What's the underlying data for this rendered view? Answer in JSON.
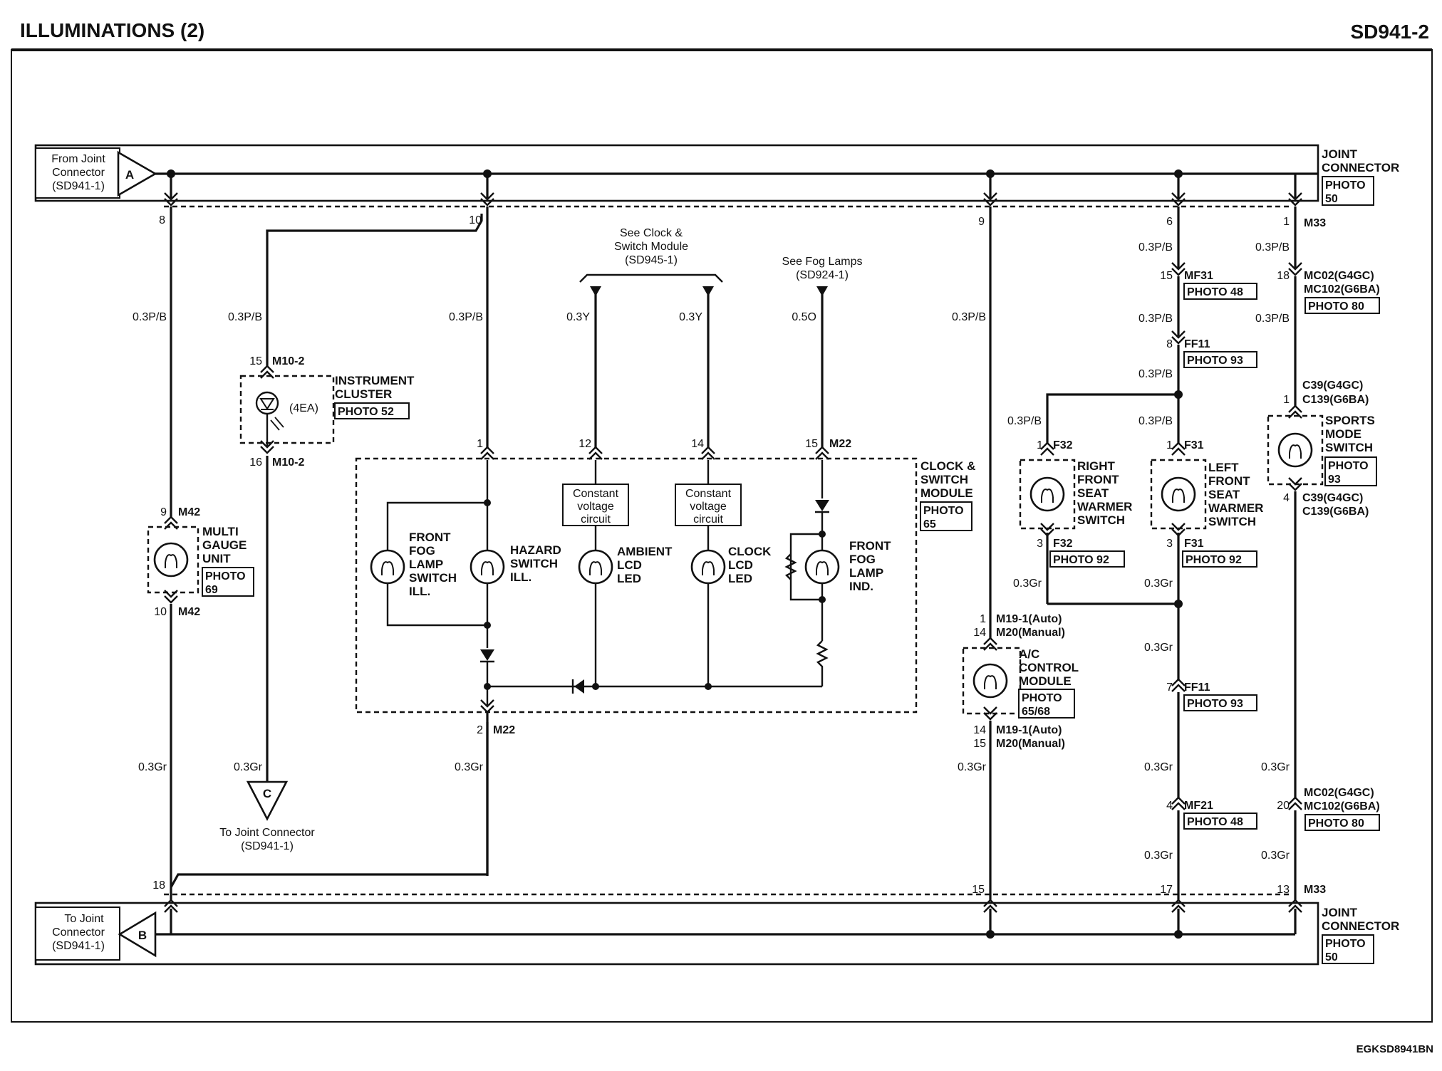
{
  "header": {
    "title": "ILLUMINATIONS (2)",
    "code": "SD941-2"
  },
  "footer": {
    "code": "EGKSD8941BN"
  },
  "connectors": {
    "a": {
      "letter": "A",
      "line1": "From Joint",
      "line2": "Connector",
      "line3": "(SD941-1)"
    },
    "b": {
      "letter": "B",
      "line1": "To Joint",
      "line2": "Connector",
      "line3": "(SD941-1)"
    },
    "c": {
      "letter": "C",
      "line1": "To Joint Connector",
      "line2": "(SD941-1)"
    }
  },
  "joint": {
    "line1": "JOINT",
    "line2": "CONNECTOR",
    "photo1": "PHOTO",
    "photo2": "50",
    "top_id": "M33",
    "bottom_id": "M33"
  },
  "refs": {
    "clock1": "See Clock &",
    "clock2": "Switch Module",
    "clock3": "(SD945-1)",
    "fog1": "See Fog Lamps",
    "fog2": "(SD924-1)"
  },
  "pins": {
    "p8": "8",
    "p10": "10",
    "p9": "9",
    "p6": "6",
    "p1": "1",
    "p18": "18",
    "p15": "15",
    "p17": "17",
    "p13": "13"
  },
  "wires": {
    "pb": "0.3P/B",
    "gr": "0.3Gr",
    "y": "0.3Y",
    "o": "0.5O"
  },
  "cluster": {
    "pin_top": "15",
    "conn_top": "M10-2",
    "pin_bot": "16",
    "conn_bot": "M10-2",
    "qty": "(4EA)",
    "name1": "INSTRUMENT",
    "name2": "CLUSTER",
    "photo": "PHOTO 52"
  },
  "gauge": {
    "pin_top": "9",
    "conn_top": "M42",
    "pin_bot": "10",
    "conn_bot": "M42",
    "name1": "MULTI",
    "name2": "GAUGE",
    "name3": "UNIT",
    "photo1": "PHOTO",
    "photo2": "69"
  },
  "module": {
    "name1": "CLOCK &",
    "name2": "SWITCH",
    "name3": "MODULE",
    "photo1": "PHOTO",
    "photo2": "65",
    "pin1": "1",
    "pin12": "12",
    "pin14": "14",
    "pin15": "15",
    "conn": "M22",
    "pin2": "2",
    "conn_bot": "M22",
    "cv1": "Constant",
    "cv2": "voltage",
    "cv3": "circuit",
    "fog_sw": [
      "FRONT",
      "FOG",
      "LAMP",
      "SWITCH",
      "ILL."
    ],
    "hazard": [
      "HAZARD",
      "SWITCH",
      "ILL."
    ],
    "ambient": [
      "AMBIENT",
      "LCD",
      "LED"
    ],
    "clock": [
      "CLOCK",
      "LCD",
      "LED"
    ],
    "fog_ind": [
      "FRONT",
      "FOG",
      "LAMP",
      "IND."
    ]
  },
  "ac": {
    "pin1": "1",
    "conn1": "M19-1(Auto)",
    "pin14": "14",
    "conn2": "M20(Manual)",
    "pin14b": "14",
    "conn3": "M19-1(Auto)",
    "pin15": "15",
    "conn4": "M20(Manual)",
    "name1": "A/C",
    "name2": "CONTROL",
    "name3": "MODULE",
    "photo1": "PHOTO",
    "photo2": "65/68"
  },
  "right_seat": {
    "pin1": "1",
    "conn1": "F32",
    "pin3": "3",
    "conn3": "F32",
    "photo": "PHOTO 92",
    "name": [
      "RIGHT",
      "FRONT",
      "SEAT",
      "WARMER",
      "SWITCH"
    ]
  },
  "left_seat": {
    "pin1": "1",
    "conn1": "F31",
    "pin3": "3",
    "conn3": "F31",
    "photo": "PHOTO 92",
    "name": [
      "LEFT",
      "FRONT",
      "SEAT",
      "WARMER",
      "SWITCH"
    ]
  },
  "col6": {
    "mf31_pin": "15",
    "mf31": "MF31",
    "mf31_photo": "PHOTO 48",
    "ff11_pin": "8",
    "ff11": "FF11",
    "ff11_photo": "PHOTO 93",
    "ff11b_pin": "7",
    "ff11b": "FF11",
    "ff11b_photo": "PHOTO 93",
    "mf21_pin": "4",
    "mf21": "MF21",
    "mf21_photo": "PHOTO 48"
  },
  "col1": {
    "mc_pin": "18",
    "mc1": "MC02(G4GC)",
    "mc2": "MC102(G6BA)",
    "mc_photo": "PHOTO 80",
    "c39_pin": "1",
    "c39a": "C39(G4GC)",
    "c39b": "C139(G6BA)",
    "c39_pin4": "4",
    "c39c": "C39(G4GC)",
    "c39d": "C139(G6BA)",
    "sports": [
      "SPORTS",
      "MODE",
      "SWITCH"
    ],
    "sports_photo1": "PHOTO",
    "sports_photo2": "93",
    "mcb_pin": "20",
    "mcb1": "MC02(G4GC)",
    "mcb2": "MC102(G6BA)",
    "mcb_photo": "PHOTO 80"
  }
}
